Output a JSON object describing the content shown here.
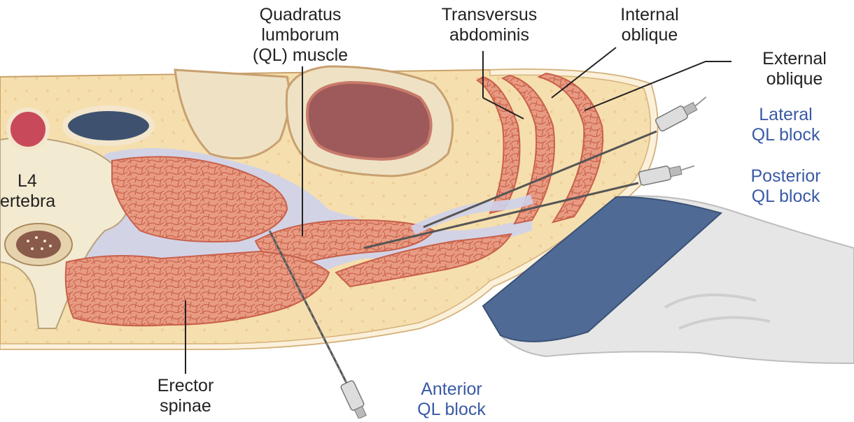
{
  "labels": {
    "quadratus": [
      "Quadratus",
      "lumborum",
      "(QL) muscle"
    ],
    "transversus": [
      "Transversus",
      "abdominis"
    ],
    "internal_oblique": [
      "Internal",
      "oblique"
    ],
    "external_oblique": [
      "External",
      "oblique"
    ],
    "lateral_block": [
      "Lateral",
      "QL block"
    ],
    "posterior_block": [
      "Posterior",
      "QL block"
    ],
    "anterior_block": [
      "Anterior",
      "QL block"
    ],
    "erector_spinae": [
      "Erector",
      "spinae"
    ],
    "vertebra": [
      "L4",
      "ertebra"
    ]
  },
  "colors": {
    "muscle": "#e89a82",
    "muscle_edge": "#c8604a",
    "fat": "#f6dfae",
    "fascia": "#cfd2ec",
    "skin": "#fbf0da",
    "bone": "#f3ead2",
    "label_text": "#222222",
    "block_label_text": "#3a5aa6",
    "probe_body": "#e6e6e6",
    "probe_band": "#4f6a95",
    "artery": "#c84a5a",
    "vein": "#3e5270"
  }
}
